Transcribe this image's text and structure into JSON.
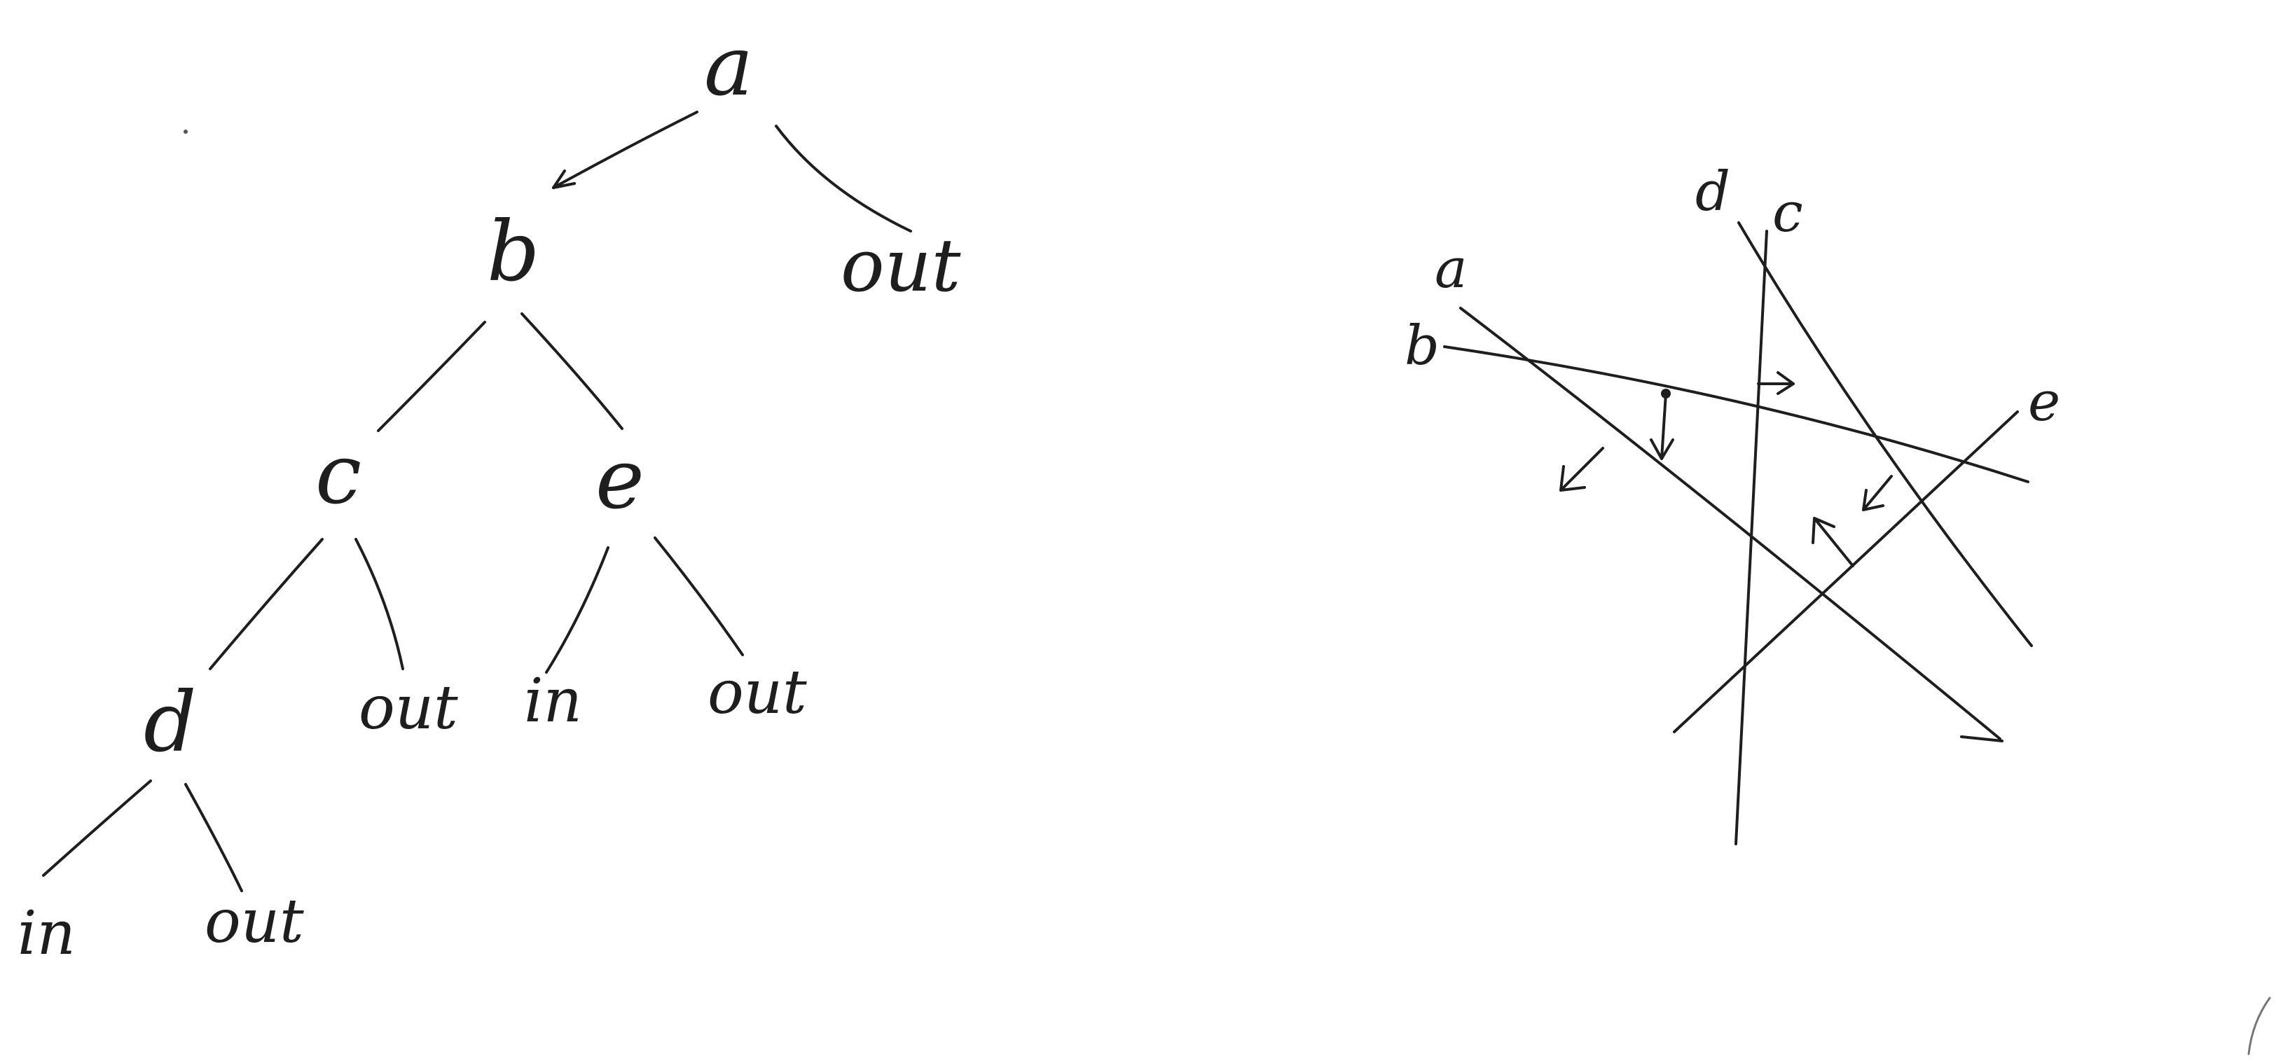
{
  "tree": {
    "nodes": {
      "a": "a",
      "b": "b",
      "c": "c",
      "d": "d",
      "e": "e"
    },
    "leaves": {
      "a_right": "out",
      "c_right": "out",
      "d_left": "in",
      "d_right": "out",
      "e_left": "in",
      "e_right": "out"
    }
  },
  "arrangement": {
    "lines": [
      "a",
      "b",
      "c",
      "d",
      "e"
    ]
  }
}
